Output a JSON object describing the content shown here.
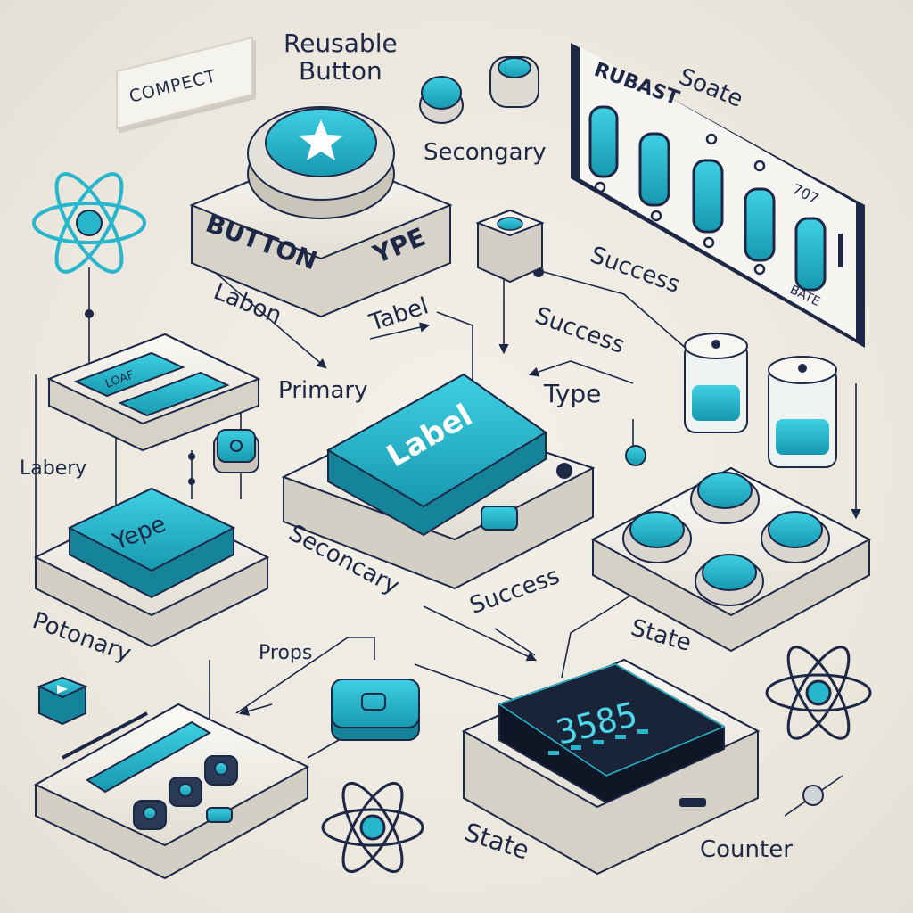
{
  "labels": {
    "compect": "COMPECT",
    "reusable_button": "Reusable\nButton",
    "secondary_top": "Secongary",
    "soate": "Soate",
    "robast": "RUBAST",
    "panel_num": "707",
    "panel_bate": "BATE",
    "button": "BUTTON",
    "ype": "YPE",
    "labon": "Labon",
    "tabel": "Tabel",
    "success_right": "Success",
    "success_mid": "Success",
    "type_mid": "Type",
    "primary": "Primary",
    "label_btn": "Label",
    "labery": "Labery",
    "lepe": "Yepe",
    "seconcary": "Seconcary",
    "success_low": "Success",
    "state_right": "State",
    "potonary": "Potonary",
    "props": "Props",
    "state_bottom": "State",
    "counter": "Counter",
    "counter_display": "3585",
    "left_card_text": "LOAF"
  },
  "colors": {
    "teal": "#27b6cc",
    "teal_dark": "#168da3",
    "navy": "#1d2746",
    "base_light": "#f5f3ee",
    "base_edge": "#cfcbc1",
    "screen": "#1a2438"
  }
}
